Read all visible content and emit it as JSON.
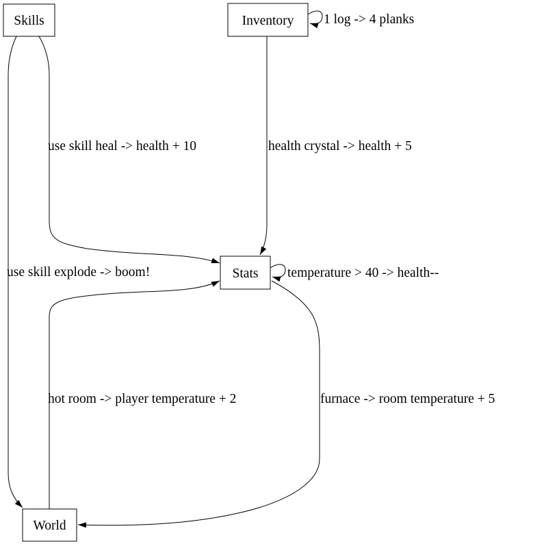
{
  "diagram": {
    "kind": "directed-graph",
    "background_color": "#ffffff",
    "line_color": "#000000",
    "nodes": [
      {
        "id": "skills",
        "label": "Skills"
      },
      {
        "id": "inventory",
        "label": "Inventory"
      },
      {
        "id": "stats",
        "label": "Stats"
      },
      {
        "id": "world",
        "label": "World"
      }
    ],
    "edges": [
      {
        "from": "Inventory",
        "to": "Inventory",
        "label": "1 log -> 4 planks"
      },
      {
        "from": "Skills",
        "to": "Stats",
        "label": "use skill heal -> health + 10"
      },
      {
        "from": "Inventory",
        "to": "Stats",
        "label": "health crystal -> health + 5"
      },
      {
        "from": "Skills",
        "to": "World",
        "label": "use skill explode -> boom!"
      },
      {
        "from": "Stats",
        "to": "Stats",
        "label": "temperature > 40 -> health--"
      },
      {
        "from": "World",
        "to": "Stats",
        "label": "hot room -> player temperature + 2"
      },
      {
        "from": "Stats",
        "to": "World",
        "label": "furnace -> room temperature + 5"
      }
    ]
  }
}
